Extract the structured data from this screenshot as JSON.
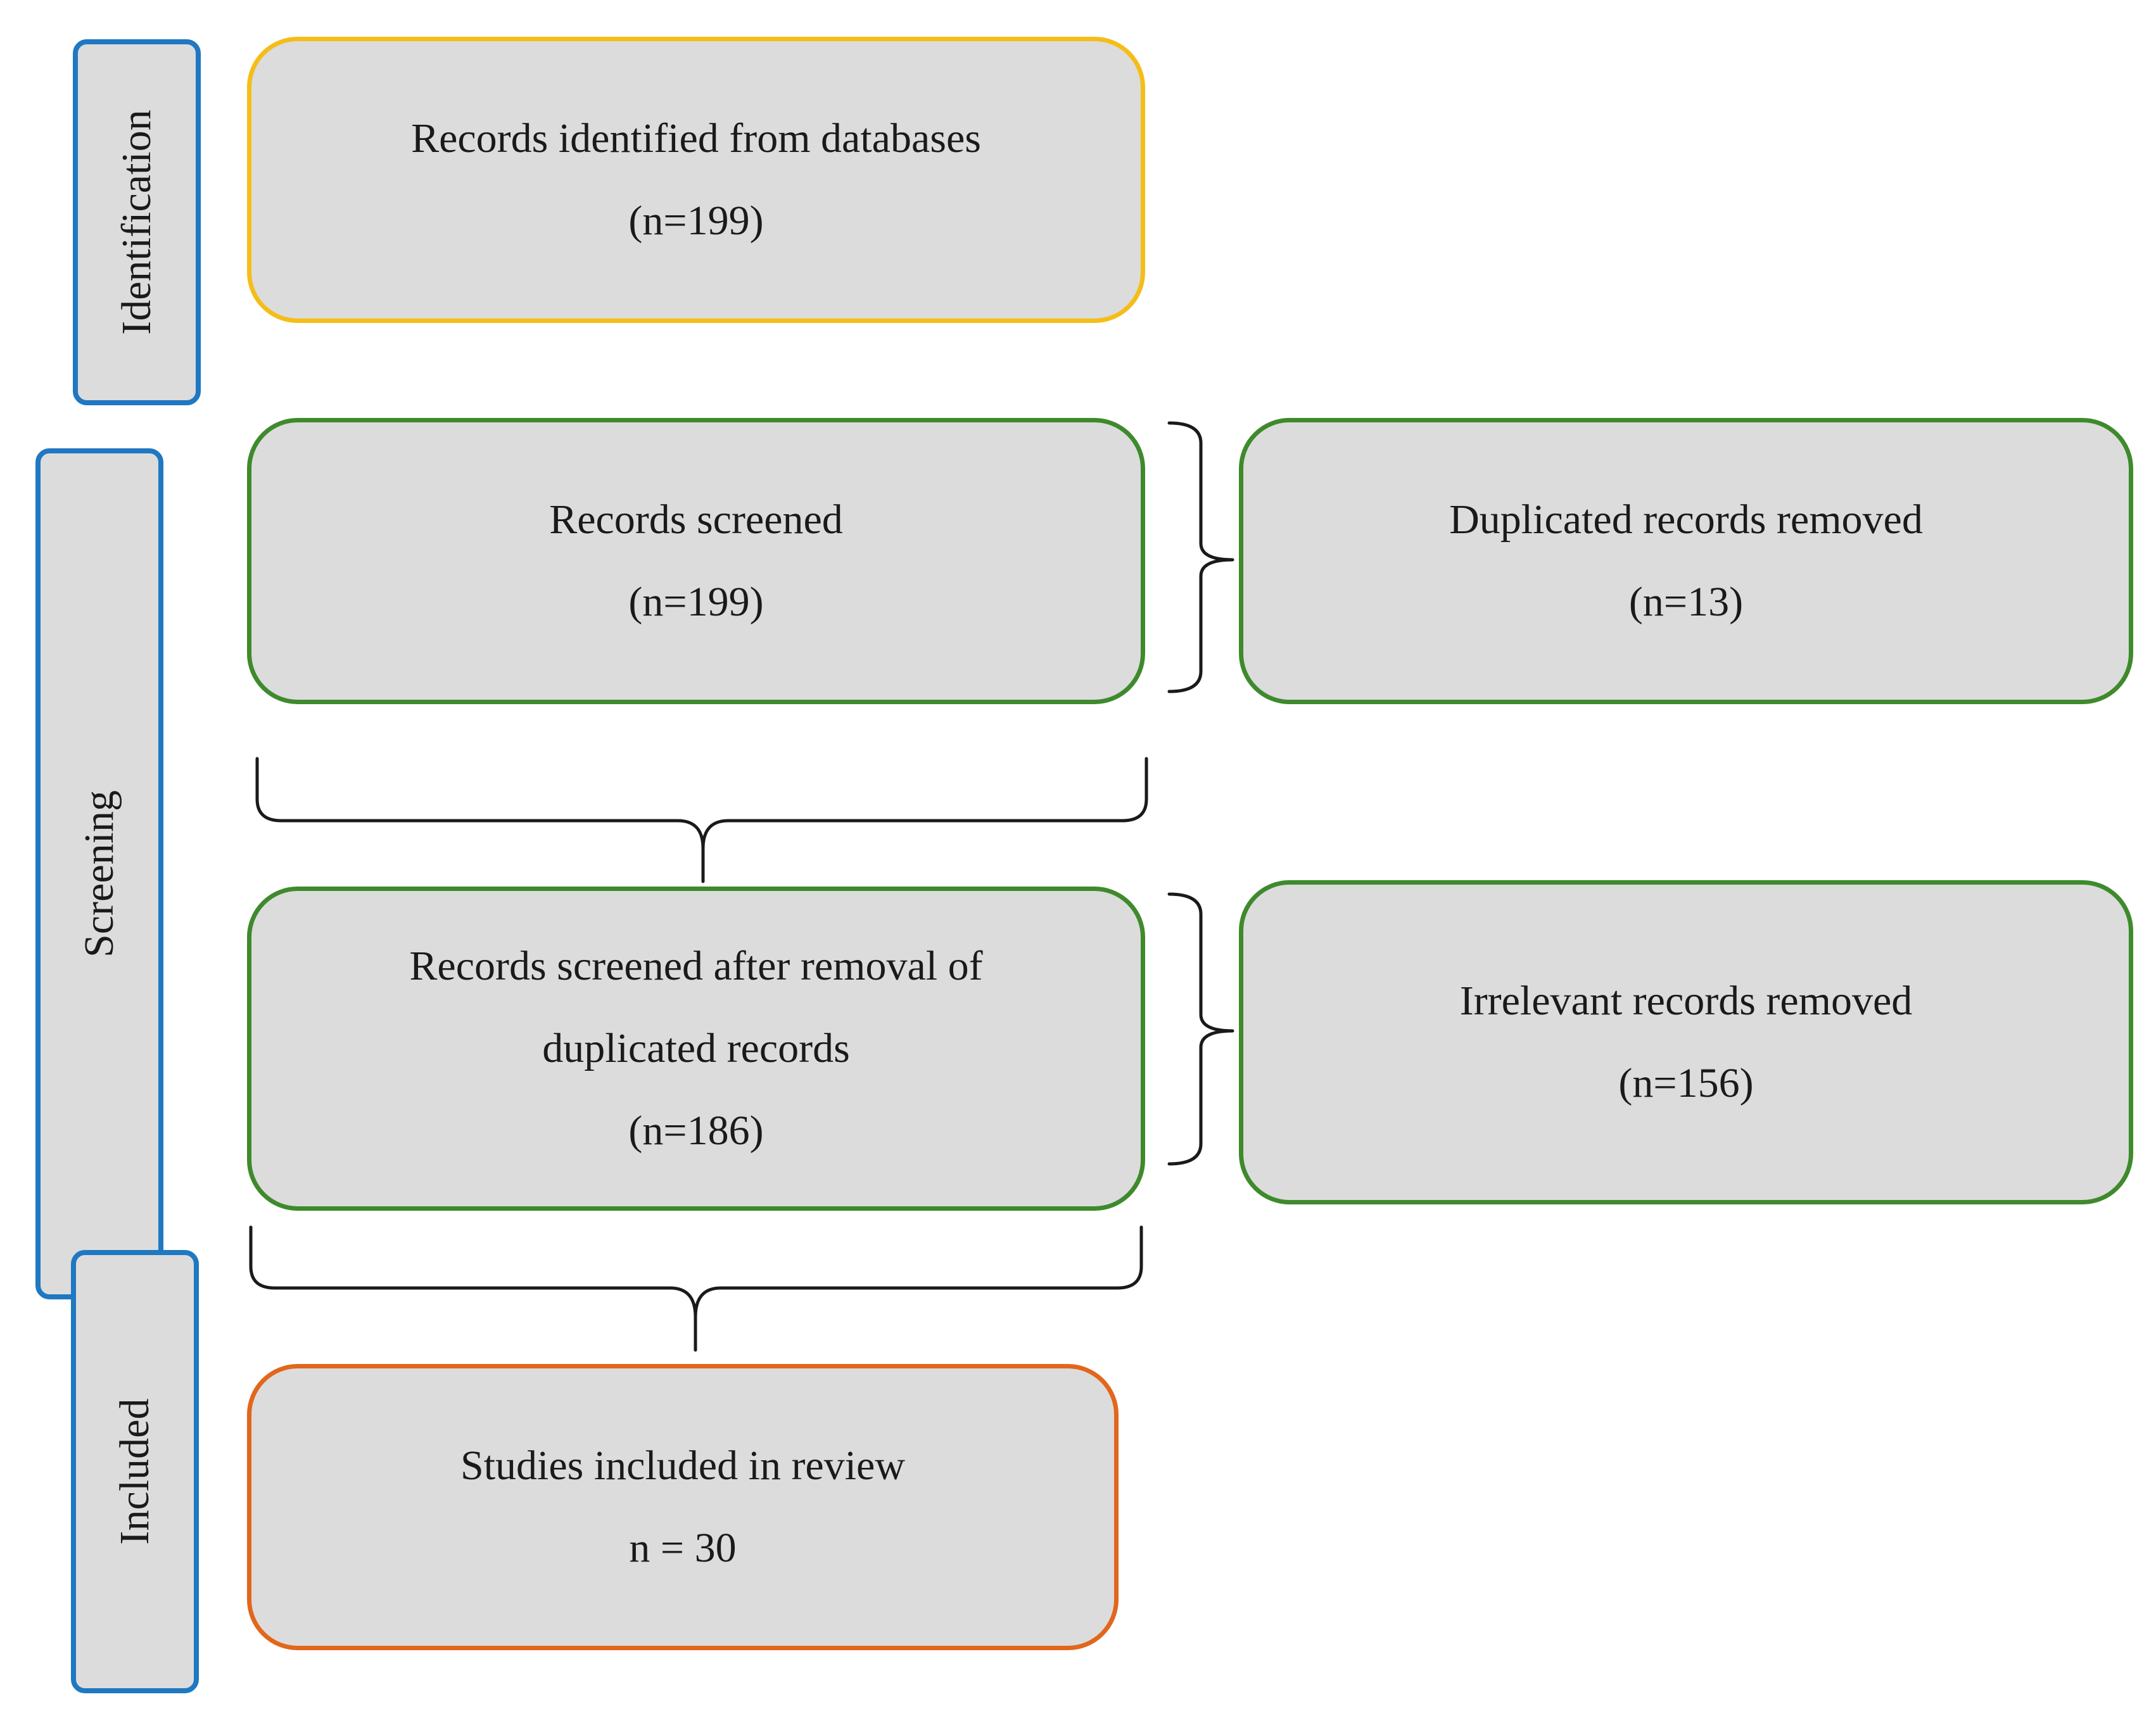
{
  "stages": {
    "identification": "Identification",
    "screening": "Screening",
    "included": "Included"
  },
  "boxes": {
    "identified": {
      "title": "Records identified from databases",
      "count": "(n=199)"
    },
    "screened": {
      "title": "Records screened",
      "count": "(n=199)"
    },
    "duplicates": {
      "title": "Duplicated records removed",
      "count": "(n=13)"
    },
    "after_dedup": {
      "line1": "Records screened after removal of",
      "line2": "duplicated records",
      "count": "(n=186)"
    },
    "irrelevant": {
      "title": "Irrelevant records removed",
      "count": "(n=156)"
    },
    "included": {
      "title": "Studies included in review",
      "count": "n = 30"
    }
  },
  "colors": {
    "stage_border": "#1f78c1",
    "identification_border": "#f5bd18",
    "screening_border": "#3e8a2c",
    "included_border": "#e2661c",
    "box_fill": "#dcdcdc"
  }
}
